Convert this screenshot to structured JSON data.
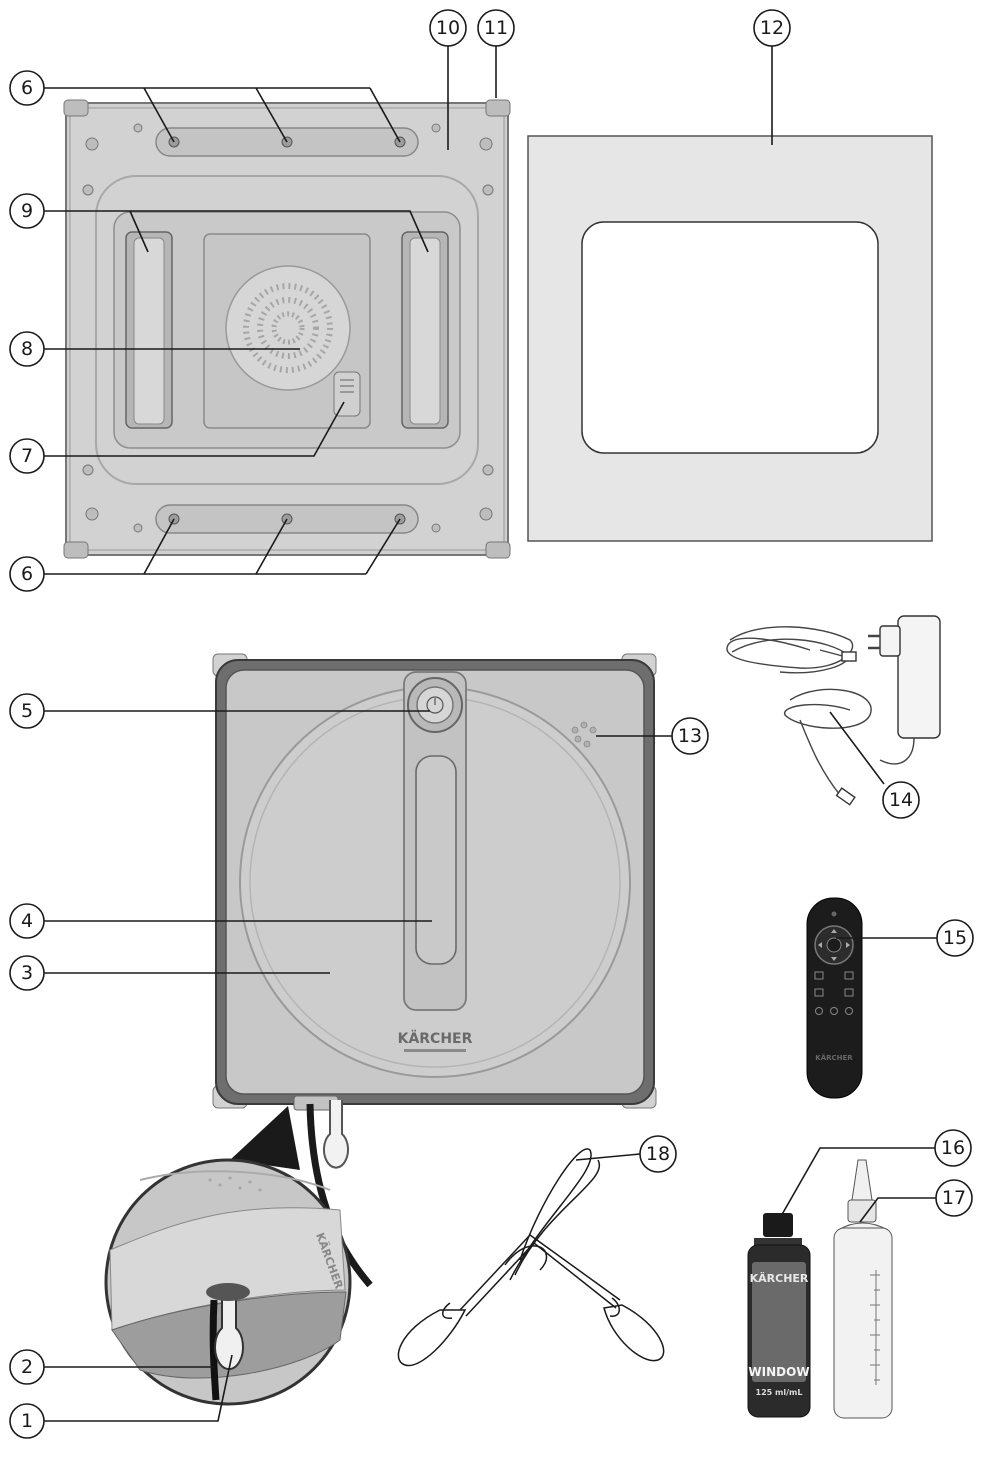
{
  "callouts": [
    {
      "id": "c6a",
      "label": "6"
    },
    {
      "id": "c10",
      "label": "10"
    },
    {
      "id": "c11",
      "label": "11"
    },
    {
      "id": "c12",
      "label": "12"
    },
    {
      "id": "c9",
      "label": "9"
    },
    {
      "id": "c8",
      "label": "8"
    },
    {
      "id": "c7",
      "label": "7"
    },
    {
      "id": "c6b",
      "label": "6"
    },
    {
      "id": "c5",
      "label": "5"
    },
    {
      "id": "c13",
      "label": "13"
    },
    {
      "id": "c14",
      "label": "14"
    },
    {
      "id": "c4",
      "label": "4"
    },
    {
      "id": "c15",
      "label": "15"
    },
    {
      "id": "c3",
      "label": "3"
    },
    {
      "id": "c18",
      "label": "18"
    },
    {
      "id": "c16",
      "label": "16"
    },
    {
      "id": "c17",
      "label": "17"
    },
    {
      "id": "c2",
      "label": "2"
    },
    {
      "id": "c1",
      "label": "1"
    }
  ],
  "product_text": {
    "brand": "KÄRCHER",
    "bottle_label": "WINDOW",
    "bottle_volume": "125 ml/mL"
  },
  "colors": {
    "line": "#1a1a1a",
    "device_body": "#c8c8c8",
    "device_frame": "#6e6e6e",
    "cloth": "#e4e4e4",
    "remote": "#1c1c1c"
  }
}
